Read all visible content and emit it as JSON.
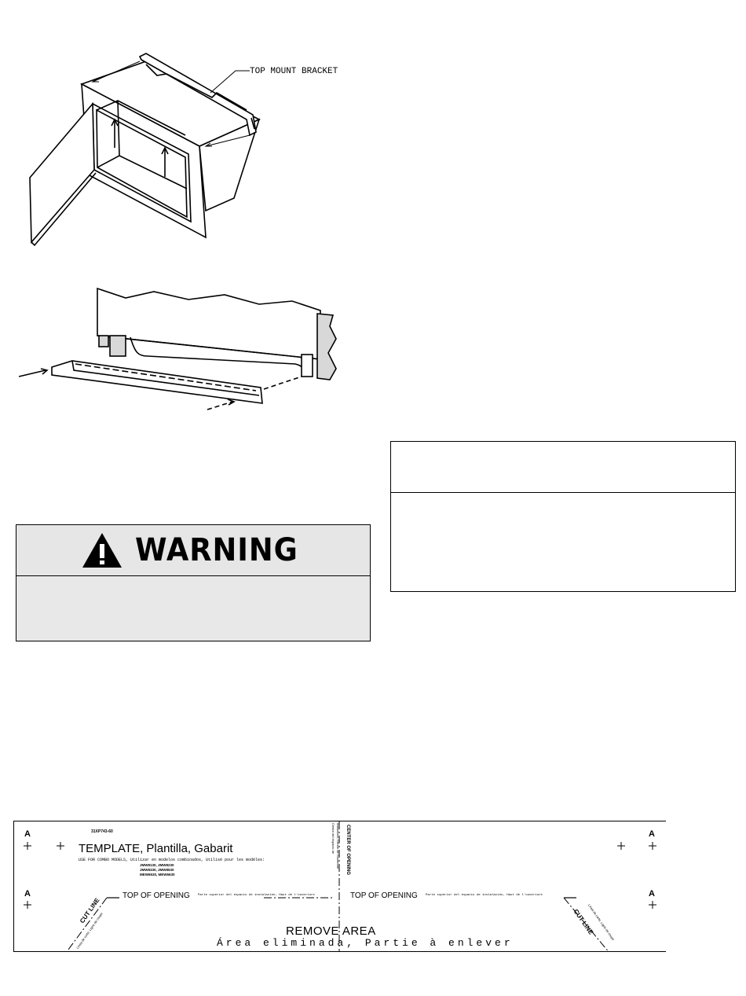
{
  "figure1": {
    "callout": "TOP MOUNT BRACKET"
  },
  "warning": {
    "title": "WARNING"
  },
  "template": {
    "part_number": "31XP743-60",
    "title": "TEMPLATE, Plantilla, Gabarit",
    "usage_note": "USE FOR COMBO MODELS, Utilizar en modelos combinados, Utilisé pour les modèles:",
    "models": [
      "JMW8130, JMW8230",
      "JMW8330, JMW8530",
      "MEW6530, MEW6630"
    ],
    "corner_marker": "A",
    "top_of_opening": "TOP OF OPENING",
    "top_of_opening_sub": "Parte superior del espacio de instalación, Haut de l'ouverture",
    "center_of_opening": "CENTER OF OPENING",
    "center_sub_1": "Centro del espacio de",
    "center_sub_2": "instalación, Centre de l'ouverture",
    "cut_line": "CUT LINE",
    "cut_line_sub": "Línea de corte, Ligne de coupe",
    "remove_area": "REMOVE AREA",
    "remove_area_sub": "Área eliminada, Partie à enlever"
  }
}
